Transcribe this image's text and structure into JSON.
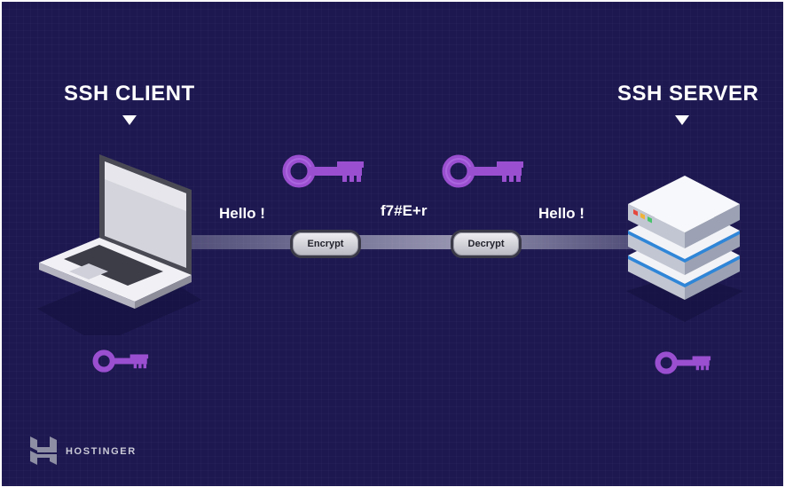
{
  "client": {
    "title": "SSH CLIENT"
  },
  "server": {
    "title": "SSH SERVER"
  },
  "flow": {
    "message_left": "Hello !",
    "cipher_text": "f7#E+r",
    "message_right": "Hello !",
    "encrypt_label": "Encrypt",
    "decrypt_label": "Decrypt"
  },
  "brand": {
    "name": "HOSTINGER"
  },
  "colors": {
    "background": "#1d1850",
    "key": "#9a4fd0",
    "server_stripe": "#2f86d8"
  },
  "icons": [
    "key-icon",
    "laptop-icon",
    "server-icon",
    "hostinger-logo-icon"
  ]
}
